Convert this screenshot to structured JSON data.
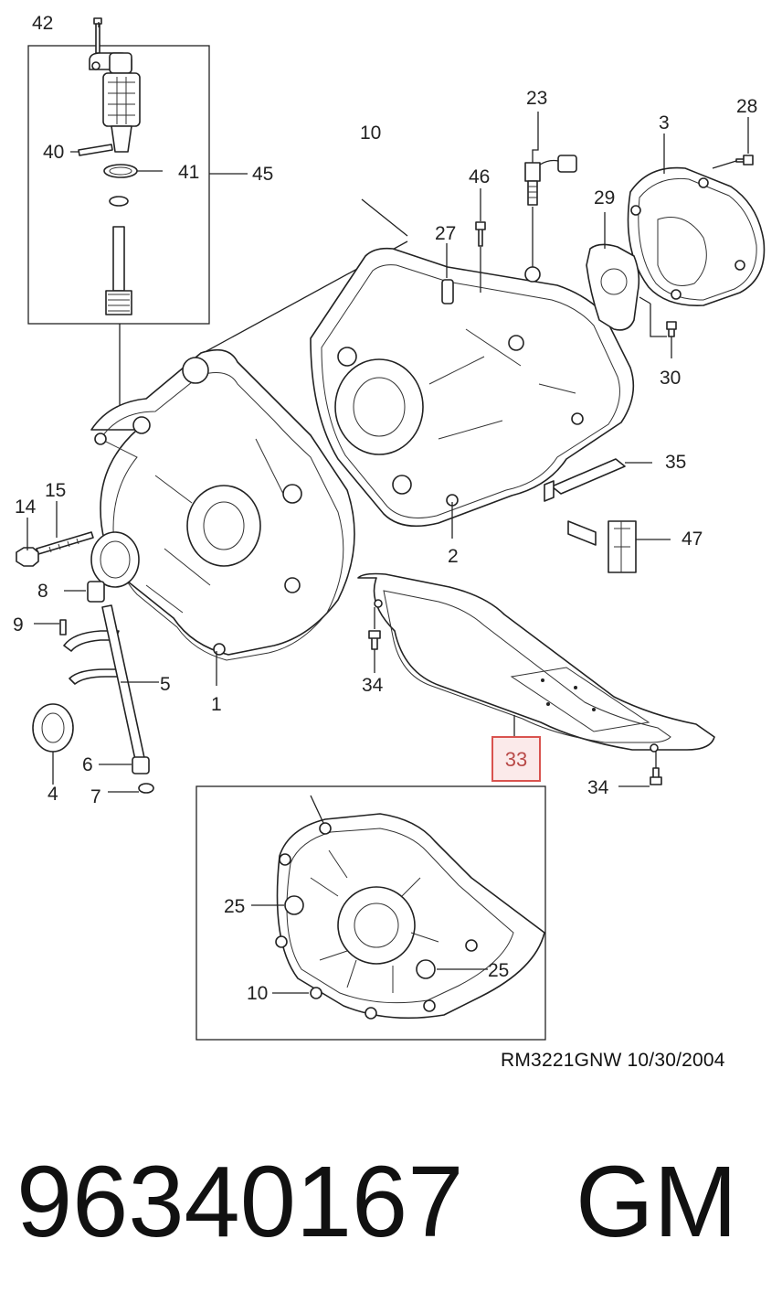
{
  "callouts": {
    "c42": "42",
    "c40": "40",
    "c41": "41",
    "c45": "45",
    "c10_top": "10",
    "c23": "23",
    "c3": "3",
    "c28": "28",
    "c46": "46",
    "c27": "27",
    "c29": "29",
    "c30": "30",
    "c35": "35",
    "c15": "15",
    "c14": "14",
    "c47": "47",
    "c2": "2",
    "c8": "8",
    "c9": "9",
    "c5": "5",
    "c1": "1",
    "c34_left": "34",
    "c4": "4",
    "c6": "6",
    "c7": "7",
    "c33": "33",
    "c34_right": "34",
    "c25_left": "25",
    "c25_right": "25",
    "c10_bottom": "10"
  },
  "highlight": {
    "part_number": "33",
    "color": "#d9534f"
  },
  "drawing_code": "RM3221GNW  10/30/2004",
  "footer": {
    "part_id": "96340167",
    "brand": "GM"
  }
}
